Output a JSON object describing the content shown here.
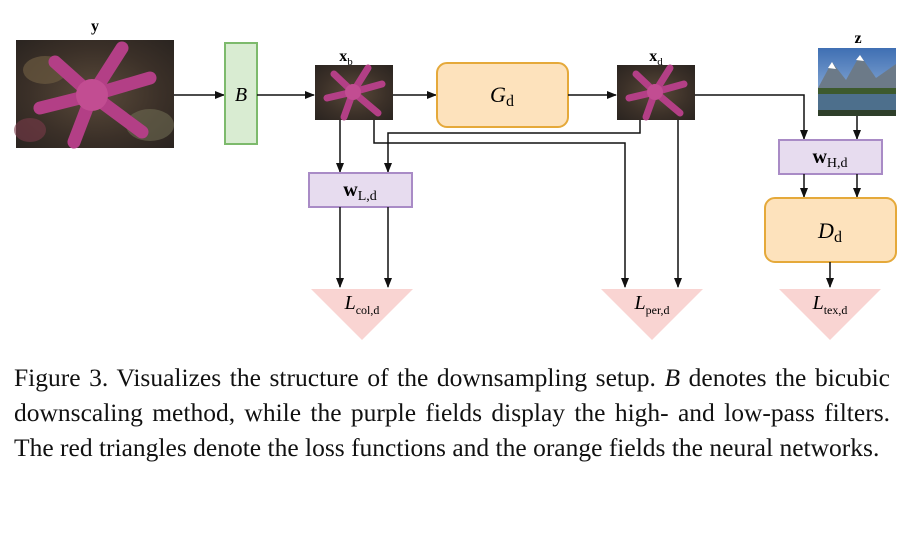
{
  "diagram": {
    "image_labels": {
      "y": "y",
      "xb": "x",
      "xb_sub": "b",
      "xd": "x",
      "xd_sub": "d",
      "z": "z"
    },
    "boxes": {
      "bicubic": {
        "label": "B"
      },
      "generator": {
        "label": "G",
        "sub": "d"
      },
      "filter_low": {
        "label": "w",
        "sub": "L,d"
      },
      "filter_high": {
        "label": "w",
        "sub": "H,d"
      },
      "discriminator": {
        "label": "D",
        "sub": "d"
      }
    },
    "losses": {
      "col": {
        "label": "L",
        "sub": "col,d"
      },
      "per": {
        "label": "L",
        "sub": "per,d"
      },
      "tex": {
        "label": "L",
        "sub": "tex,d"
      }
    },
    "colors": {
      "green_fill": "#d9ecd2",
      "green_stroke": "#7dba6c",
      "orange_fill": "#fde2bc",
      "orange_stroke": "#e5a93a",
      "purple_fill": "#e7dcef",
      "purple_stroke": "#a98bc6",
      "loss_fill": "#f9d4d2"
    }
  },
  "caption": {
    "p1": "Figure 3. Visualizes the structure of the downsampling setup. ",
    "p2": "B",
    "p3": " denotes the bicubic downscaling method, while the purple fields display the high- and low-pass filters. The red triangles denote the loss functions and the orange fields the neural networks."
  }
}
